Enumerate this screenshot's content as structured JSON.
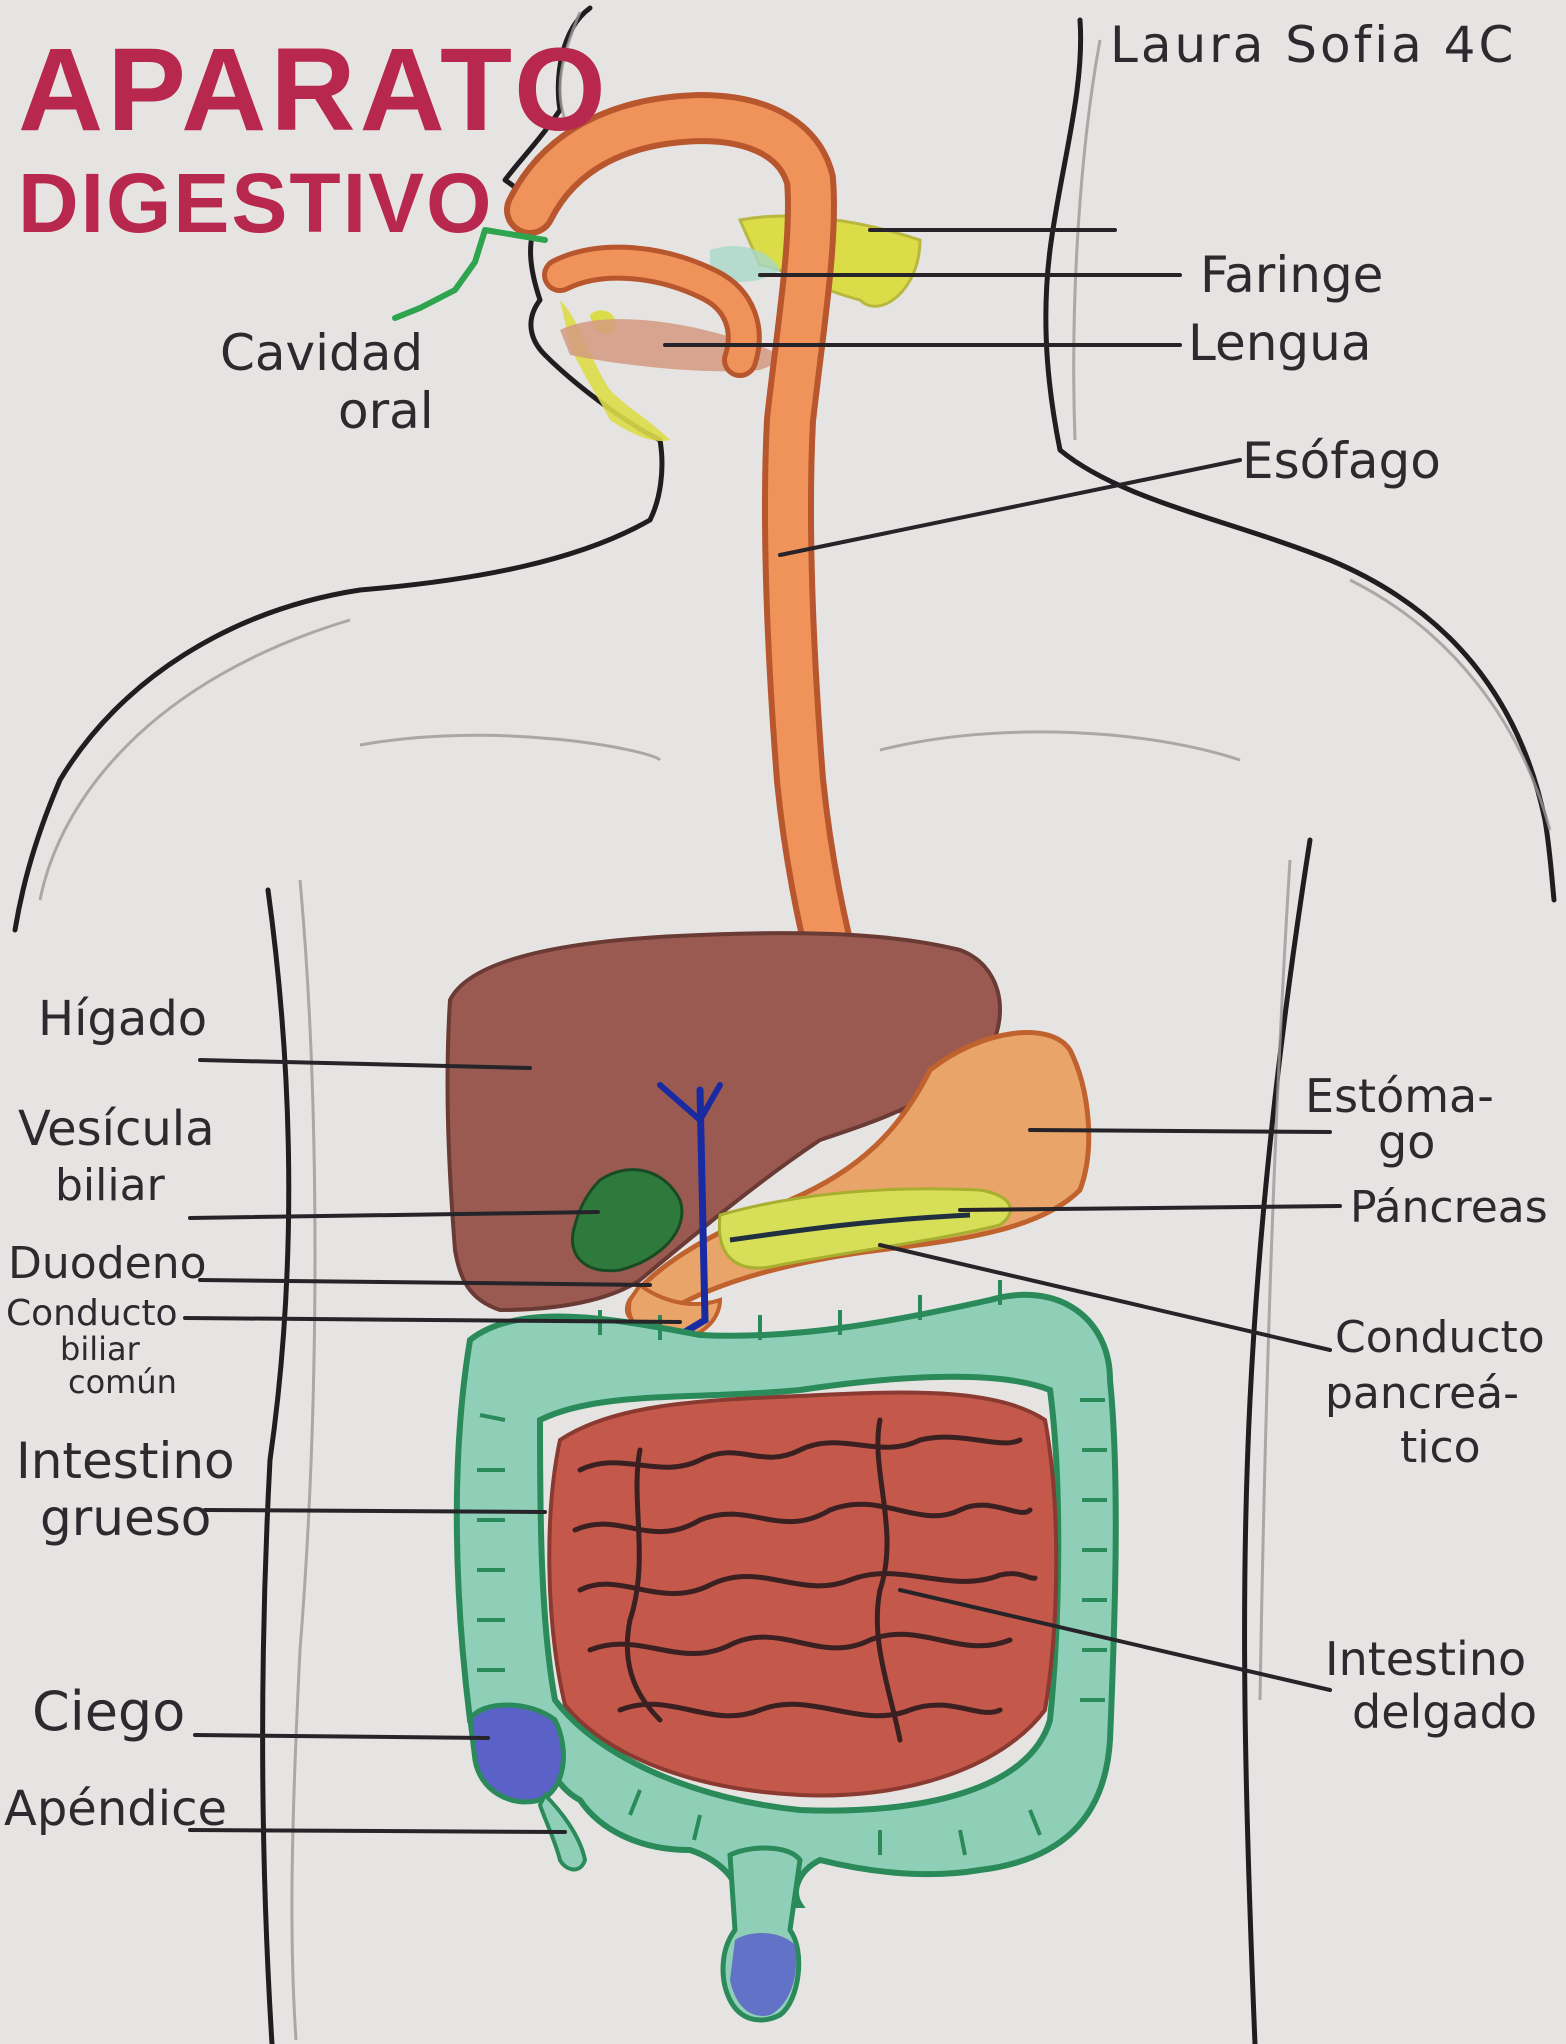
{
  "title": {
    "line1": "APARATO",
    "line2": "DIGESTIVO",
    "color": "#b8284e"
  },
  "author": "Laura Sofia 4C",
  "labels": {
    "cavidad_oral": [
      "Cavidad",
      "oral"
    ],
    "faringe": [
      "Faringe"
    ],
    "lengua": [
      "Lengua"
    ],
    "esofago": [
      "Esófago"
    ],
    "higado": [
      "Hígado"
    ],
    "vesicula": [
      "Vesícula",
      "biliar"
    ],
    "duodeno": [
      "Duodeno"
    ],
    "conducto_biliar": [
      "Conducto",
      "biliar",
      "común"
    ],
    "intestino_grueso": [
      "Intestino",
      "grueso"
    ],
    "ciego": [
      "Ciego"
    ],
    "apendice": [
      "Apéndice"
    ],
    "estomago": [
      "Estóma-",
      "go"
    ],
    "pancreas": [
      "Páncreas"
    ],
    "conducto_pancreatico": [
      "Conducto",
      "pancreá-",
      "tico"
    ],
    "intestino_delgado": [
      "Intestino",
      "delgado"
    ]
  },
  "colors": {
    "paper": "#e6e4e2",
    "esophagus": "#f0935a",
    "liver": "#9a5a52",
    "gallbladder": "#2e7a3c",
    "bile_duct": "#1a2aa0",
    "stomach": "#e9a46a",
    "pancreas": "#d7df58",
    "large_intestine": "#8fcfb8",
    "small_intestine": "#c4584a",
    "cecum": "#5a62c8",
    "glands": "#dcdc48",
    "oral_cavity_leader": "#2ea44e"
  }
}
